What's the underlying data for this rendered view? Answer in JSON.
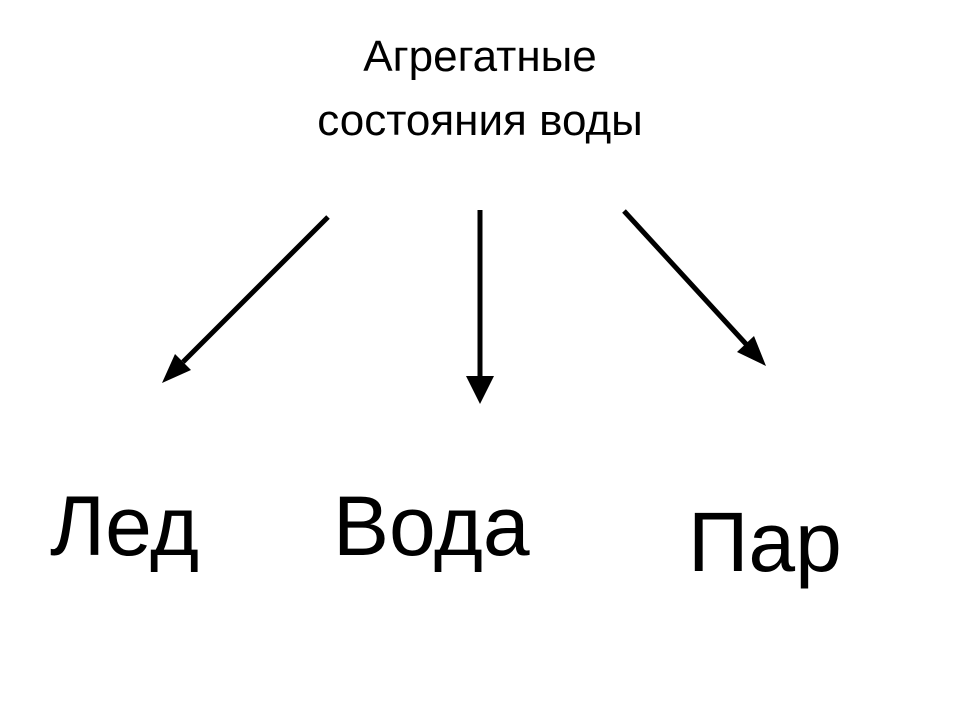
{
  "title": {
    "line1": "Агрегатные",
    "line2": "состояния воды"
  },
  "states": {
    "ice": "Лед",
    "water": "Вода",
    "steam": "Пар"
  }
}
